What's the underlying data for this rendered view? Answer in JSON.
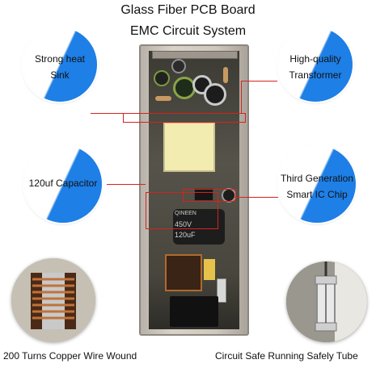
{
  "header": {
    "line1": "Glass Fiber PCB Board",
    "line2": "EMC Circuit System"
  },
  "callouts": {
    "heat_sink": {
      "line1": "Strong heat",
      "line2": "Sink"
    },
    "transformer": {
      "line1": "High-quality",
      "line2": "Transformer"
    },
    "capacitor": {
      "line1": "120uf Capacitor"
    },
    "ic_chip": {
      "line1": "Third Generation",
      "line2": "Smart  IC Chip"
    }
  },
  "capacitor_print": {
    "brand": "QINEEN",
    "spec1": "450V",
    "spec2": "120uF"
  },
  "captions": {
    "copper": "200 Turns Copper Wire Wound",
    "tube": "Circuit Safe Running Safely Tube"
  },
  "colors": {
    "accent_blue": "#1e7fe6",
    "connector_red": "#d6231b",
    "transformer_yellow": "#f3ecb0"
  }
}
